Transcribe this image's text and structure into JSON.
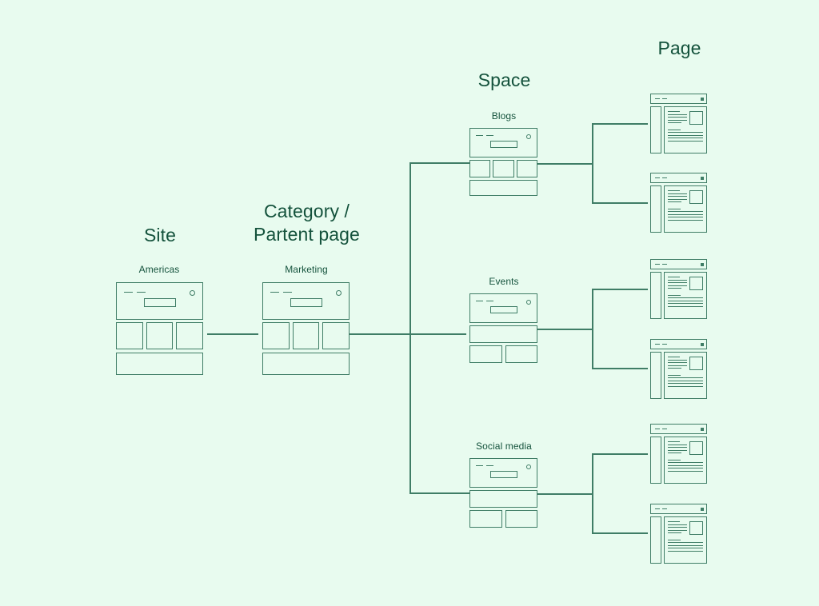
{
  "diagram": {
    "title": "Site structure hierarchy diagram",
    "background_color": "#e8fbef",
    "line_color": "#3f7d66",
    "text_color": "#14523c"
  },
  "columns": [
    {
      "id": "site",
      "heading": "Site"
    },
    {
      "id": "category",
      "heading": "Category /\nPartent page"
    },
    {
      "id": "space",
      "heading": "Space"
    },
    {
      "id": "page",
      "heading": "Page"
    }
  ],
  "nodes": {
    "site": {
      "caption": "Americas"
    },
    "category": {
      "caption": "Marketing"
    },
    "spaces": [
      {
        "caption": "Blogs"
      },
      {
        "caption": "Events"
      },
      {
        "caption": "Social media"
      }
    ]
  },
  "pages": [
    {
      "caption": ""
    },
    {
      "caption": ""
    },
    {
      "caption": ""
    },
    {
      "caption": ""
    },
    {
      "caption": ""
    },
    {
      "caption": ""
    }
  ],
  "icons": {
    "window_dot": "circle-icon",
    "window_square": "square-dot-icon",
    "search_pill": "search-bar-icon"
  }
}
